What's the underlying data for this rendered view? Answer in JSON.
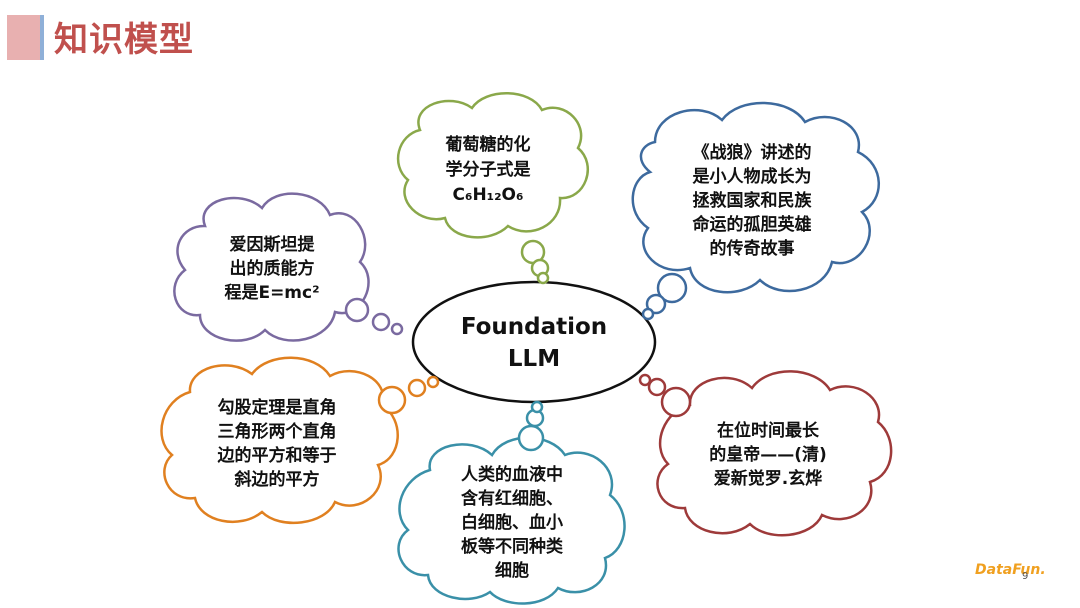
{
  "page": {
    "title": "知识模型",
    "page_number": "9",
    "logo_text": "DataFun."
  },
  "center": {
    "lines": [
      "Foundation",
      "LLM"
    ]
  },
  "clouds": [
    {
      "id": "physics",
      "color": "#7a6aa0",
      "lines": [
        "爱因斯坦提",
        "出的质能方",
        "程是E=mc²"
      ]
    },
    {
      "id": "chemistry",
      "color": "#8aa84a",
      "lines": [
        "葡萄糖的化",
        "学分子式是",
        "C₆H₁₂O₆"
      ]
    },
    {
      "id": "film",
      "color": "#3d6a9e",
      "lines": [
        "《战狼》讲述的",
        "是小人物成长为",
        "拯救国家和民族",
        "命运的孤胆英雄",
        "的传奇故事"
      ]
    },
    {
      "id": "math",
      "color": "#e08020",
      "lines": [
        "勾股定理是直角",
        "三角形两个直角",
        "边的平方和等于",
        "斜边的平方"
      ]
    },
    {
      "id": "biology",
      "color": "#3a90a8",
      "lines": [
        "人类的血液中",
        "含有红细胞、",
        "白细胞、血小",
        "板等不同种类",
        "细胞"
      ]
    },
    {
      "id": "history",
      "color": "#9e3a3a",
      "lines": [
        "在位时间最长",
        "的皇帝——(清)",
        "爱新觉罗.玄烨"
      ]
    }
  ],
  "colors": {
    "title": "#c0504d",
    "accent": "#e8b0b0",
    "accent2": "#8fb0d8"
  },
  "icons": [
    "datafun-logo"
  ]
}
